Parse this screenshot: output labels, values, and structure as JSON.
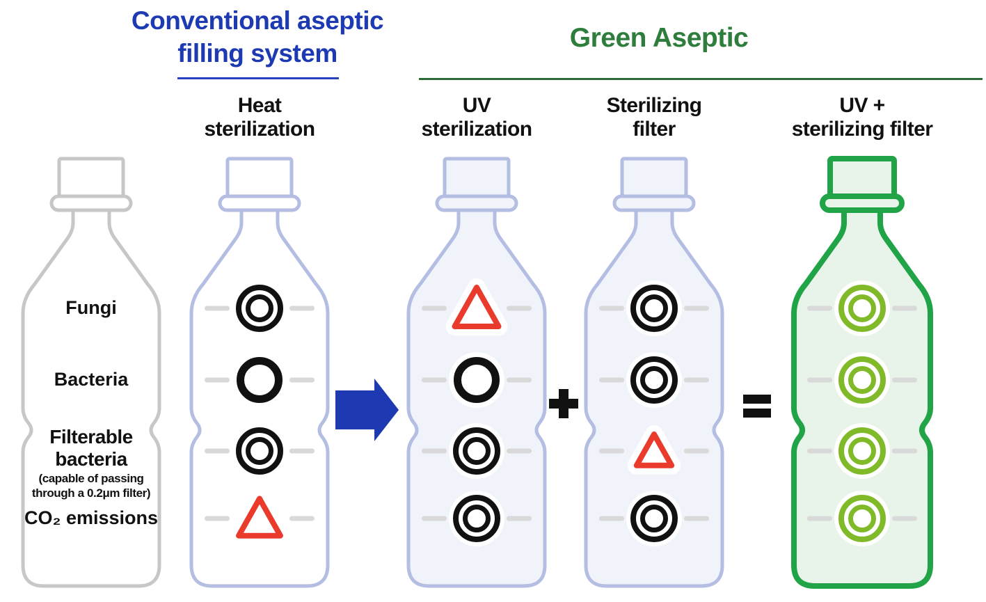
{
  "header": {
    "conventional": {
      "line1": "Conventional aseptic",
      "line2": "filling system"
    },
    "green": {
      "title": "Green Aseptic"
    }
  },
  "rows": [
    {
      "id": "fungi",
      "label": "Fungi"
    },
    {
      "id": "bacteria",
      "label": "Bacteria"
    },
    {
      "id": "filterable-bacteria",
      "label_line1": "Filterable",
      "label_line2": "bacteria",
      "note_line1": "(capable of passing",
      "note_line2": "through a 0.2μm filter)"
    },
    {
      "id": "co2",
      "label": "CO₂ emissions"
    }
  ],
  "columns": [
    {
      "id": "heat-sterilization",
      "group": "conventional",
      "label_line1": "Heat",
      "label_line2": "sterilization",
      "style": "lavender",
      "fill": "#ffffff",
      "symbol_color": "#111111",
      "cells": [
        {
          "type": "double-circle"
        },
        {
          "type": "circle"
        },
        {
          "type": "double-circle"
        },
        {
          "type": "triangle",
          "scale": 0.95
        }
      ]
    },
    {
      "id": "uv-sterilization",
      "group": "green",
      "label_line1": "UV",
      "label_line2": "sterilization",
      "style": "lavender",
      "fill": "#f1f3fa",
      "symbol_color": "#111111",
      "cells": [
        {
          "type": "triangle",
          "scale": 1.0
        },
        {
          "type": "circle"
        },
        {
          "type": "double-circle"
        },
        {
          "type": "double-circle"
        }
      ]
    },
    {
      "id": "sterilizing-filter",
      "group": "green",
      "label_line1": "Sterilizing",
      "label_line2": "filter",
      "style": "lavender",
      "fill": "#f1f3fa",
      "symbol_color": "#111111",
      "cells": [
        {
          "type": "double-circle"
        },
        {
          "type": "double-circle"
        },
        {
          "type": "triangle",
          "scale": 0.8
        },
        {
          "type": "double-circle"
        }
      ]
    },
    {
      "id": "uv-plus-sterilizing-filter",
      "group": "green",
      "label_line1": "UV +",
      "label_line2": "sterilizing filter",
      "style": "green",
      "fill": "#e8f3e9",
      "symbol_color": "#80ba28",
      "cells": [
        {
          "type": "double-circle"
        },
        {
          "type": "double-circle"
        },
        {
          "type": "double-circle"
        },
        {
          "type": "double-circle"
        }
      ]
    }
  ],
  "operators": {
    "plus": "+",
    "equals": "=",
    "arrow": "→"
  },
  "colors": {
    "conventional_blue": "#1d3ab2",
    "blue_underline": "#2742bc",
    "green_title": "#2e7d3c",
    "green_underline": "#2c6b38",
    "lavender_stroke": "#b4bde2",
    "gray_stroke": "#c7c7c7",
    "green_stroke": "#21a447",
    "green_symbol": "#80ba28",
    "triangle_red": "#e93a2c",
    "dash_gray": "#d9d9d9",
    "arrow_blue": "#1d3ab2",
    "text_black": "#111111"
  }
}
